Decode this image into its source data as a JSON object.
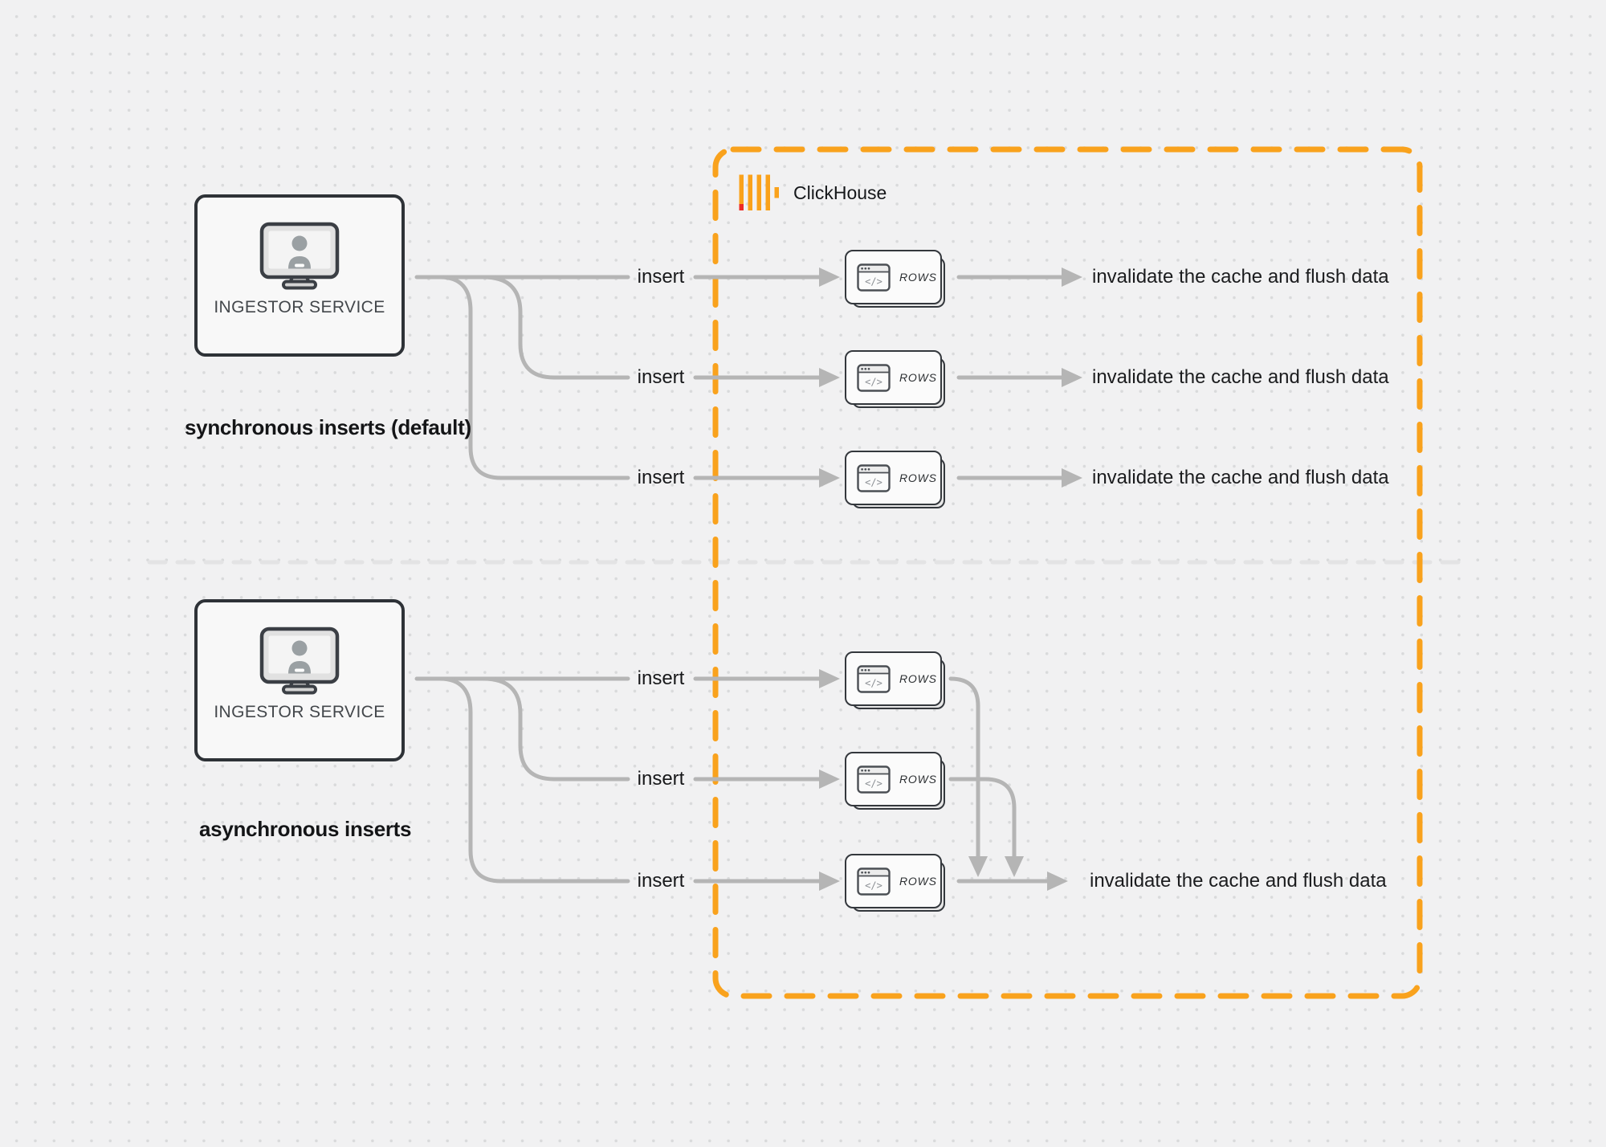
{
  "clickhouse": {
    "label": "ClickHouse"
  },
  "ingestor": {
    "label": "INGESTOR SERVICE"
  },
  "sections": {
    "sync": {
      "caption": "synchronous inserts (default)"
    },
    "async": {
      "caption": "asynchronous inserts"
    }
  },
  "edge_labels": {
    "insert": "insert",
    "invalidate": "invalidate the cache and flush data"
  },
  "rows_card": {
    "label": "ROWS",
    "icon_glyph": "</>"
  },
  "icons": {
    "monitor_user": "monitor-with-user-icon",
    "code_window": "code-window-icon",
    "clickhouse_bars": "clickhouse-logo-icon"
  },
  "colors": {
    "accent_orange": "#F9A21D",
    "logo_red": "#EE2A24",
    "connector_gray": "#B5B5B5",
    "divider_gray": "#E3E3E4"
  }
}
